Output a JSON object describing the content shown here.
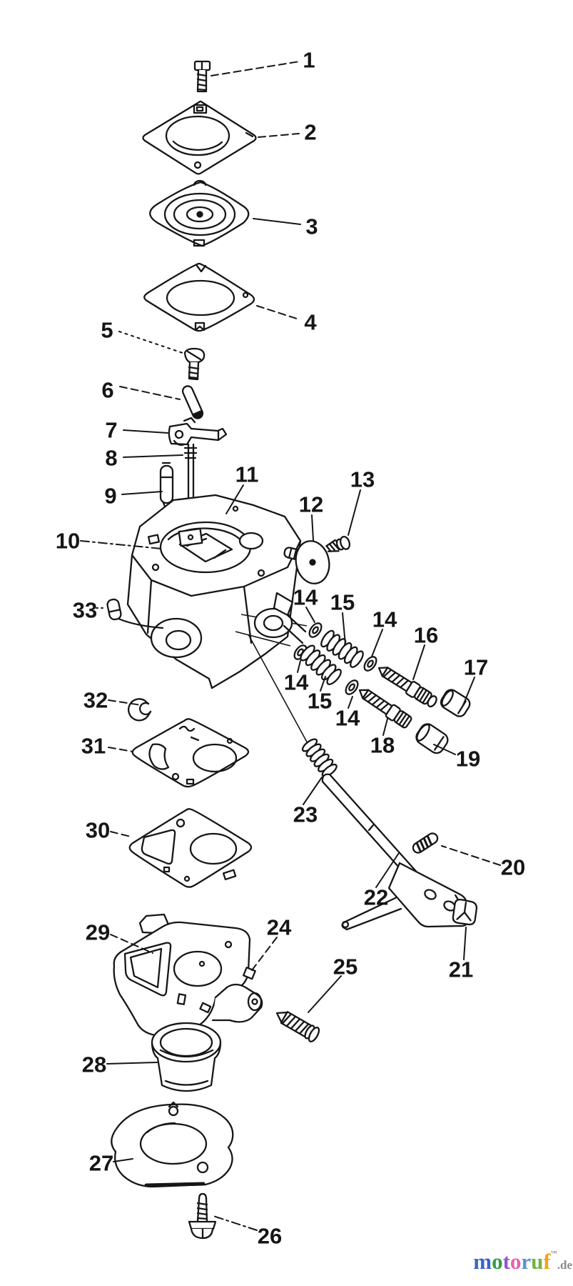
{
  "diagram": {
    "ink": "#161616",
    "background": "#ffffff",
    "callouts": {
      "n1": "1",
      "n2": "2",
      "n3": "3",
      "n4": "4",
      "n5": "5",
      "n6": "6",
      "n7": "7",
      "n8": "8",
      "n9": "9",
      "n10": "10",
      "n11": "11",
      "n12": "12",
      "n13": "13",
      "n14a": "14",
      "n15a": "15",
      "n14b": "14",
      "n16": "16",
      "n17": "17",
      "n14c": "14",
      "n15b": "15",
      "n14d": "14",
      "n18": "18",
      "n19": "19",
      "n20": "20",
      "n21": "21",
      "n22": "22",
      "n23": "23",
      "n24": "24",
      "n25": "25",
      "n26": "26",
      "n27": "27",
      "n28": "28",
      "n29": "29",
      "n30": "30",
      "n31": "31",
      "n32": "32",
      "n33": "33"
    }
  },
  "logo": {
    "letters": [
      {
        "ch": "m",
        "color": "#3c63c4"
      },
      {
        "ch": "o",
        "color": "#2da043"
      },
      {
        "ch": "t",
        "color": "#9055cf"
      },
      {
        "ch": "o",
        "color": "#ea5fae"
      },
      {
        "ch": "r",
        "color": "#5e8ed9"
      },
      {
        "ch": "u",
        "color": "#71b53c"
      },
      {
        "ch": "f",
        "color": "#f2a21c"
      }
    ],
    "trademark": "™",
    "suffix": ".de",
    "suffix_color": "#8a8a8a"
  }
}
